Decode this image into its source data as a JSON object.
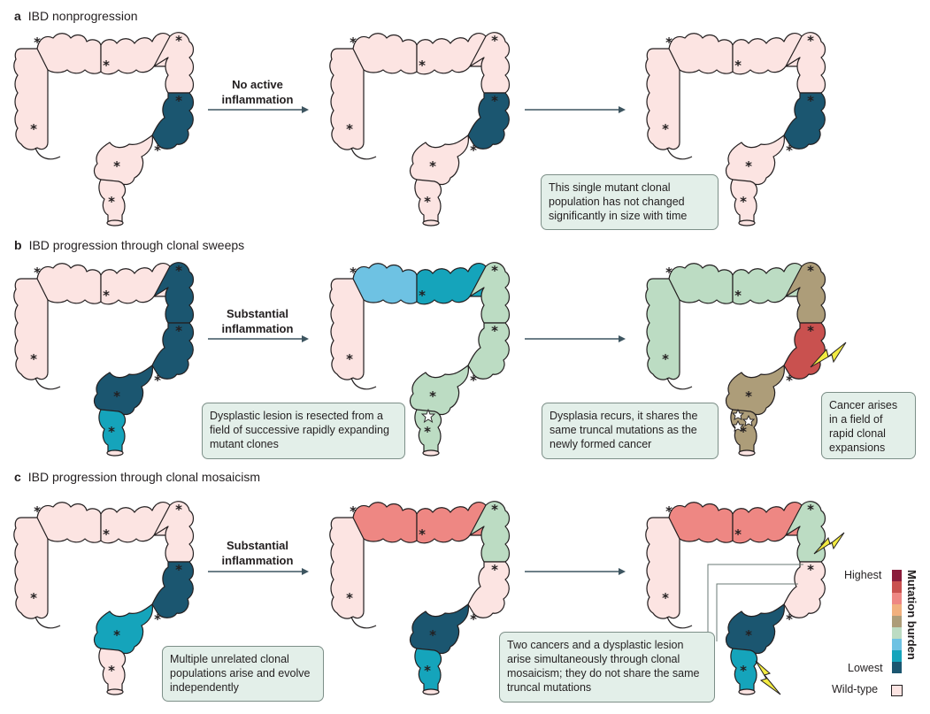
{
  "colors": {
    "wild_type": "#fce4e2",
    "outline": "#231f20",
    "dark_teal": "#1b5670",
    "teal": "#15a4bb",
    "light_blue": "#6ec2e3",
    "sage": "#bcdcc3",
    "khaki": "#ad9d79",
    "peach": "#f1b07e",
    "salmon": "#ee8783",
    "red": "#c9514f",
    "maroon": "#8a1c3b",
    "lightning": "#f3eb42",
    "callout_bg": "#e3efe9"
  },
  "panels": [
    {
      "letter": "a",
      "title": "IBD nonprogression",
      "arrow1_label": "No active\ninflammation",
      "callouts": [
        "This single mutant clonal population has not changed significantly in size with time"
      ]
    },
    {
      "letter": "b",
      "title": "IBD progression through clonal sweeps",
      "arrow1_label": "Substantial\ninflammation",
      "callouts": [
        "Dysplastic lesion is resected from a field of successive rapidly expanding mutant clones",
        "Dysplasia recurs, it shares the same truncal mutations as the newly formed cancer",
        "Cancer arises in a field of rapid clonal expansions"
      ]
    },
    {
      "letter": "c",
      "title": "IBD progression through clonal mosaicism",
      "arrow1_label": "Substantial\ninflammation",
      "callouts": [
        "Multiple unrelated clonal populations arise and evolve independently",
        "Two cancers and a dysplastic lesion arise simultaneously through clonal mosaicism; they do not share the same truncal mutations"
      ]
    }
  ],
  "legend": {
    "title": "Mutation burden",
    "highest": "Highest",
    "lowest": "Lowest",
    "wild_type": "Wild-type",
    "scale": [
      "maroon",
      "red",
      "salmon",
      "peach",
      "khaki",
      "sage",
      "light_blue",
      "teal",
      "dark_teal"
    ]
  },
  "colons": [
    {
      "panel": "a",
      "col": 0,
      "seg": [
        "wild_type",
        "wild_type",
        "wild_type",
        "wild_type",
        "dark_teal",
        "wild_type",
        "wild_type"
      ]
    },
    {
      "panel": "a",
      "col": 1,
      "seg": [
        "wild_type",
        "wild_type",
        "wild_type",
        "wild_type",
        "dark_teal",
        "wild_type",
        "wild_type"
      ]
    },
    {
      "panel": "a",
      "col": 2,
      "seg": [
        "wild_type",
        "wild_type",
        "wild_type",
        "wild_type",
        "dark_teal",
        "wild_type",
        "wild_type"
      ]
    },
    {
      "panel": "b",
      "col": 0,
      "seg": [
        "wild_type",
        "wild_type",
        "wild_type",
        "dark_teal",
        "dark_teal",
        "dark_teal",
        "teal"
      ]
    },
    {
      "panel": "b",
      "col": 1,
      "seg": [
        "wild_type",
        "light_blue",
        "teal",
        "sage",
        "sage",
        "sage",
        "sage"
      ]
    },
    {
      "panel": "b",
      "col": 2,
      "seg": [
        "sage",
        "sage",
        "sage",
        "khaki",
        "red",
        "khaki",
        "khaki"
      ]
    },
    {
      "panel": "c",
      "col": 0,
      "seg": [
        "wild_type",
        "wild_type",
        "wild_type",
        "wild_type",
        "dark_teal",
        "teal",
        "wild_type"
      ]
    },
    {
      "panel": "c",
      "col": 1,
      "seg": [
        "wild_type",
        "salmon",
        "salmon",
        "sage",
        "wild_type",
        "dark_teal",
        "teal"
      ]
    },
    {
      "panel": "c",
      "col": 2,
      "seg": [
        "wild_type",
        "salmon",
        "salmon",
        "sage",
        "wild_type",
        "dark_teal",
        "teal"
      ]
    }
  ]
}
